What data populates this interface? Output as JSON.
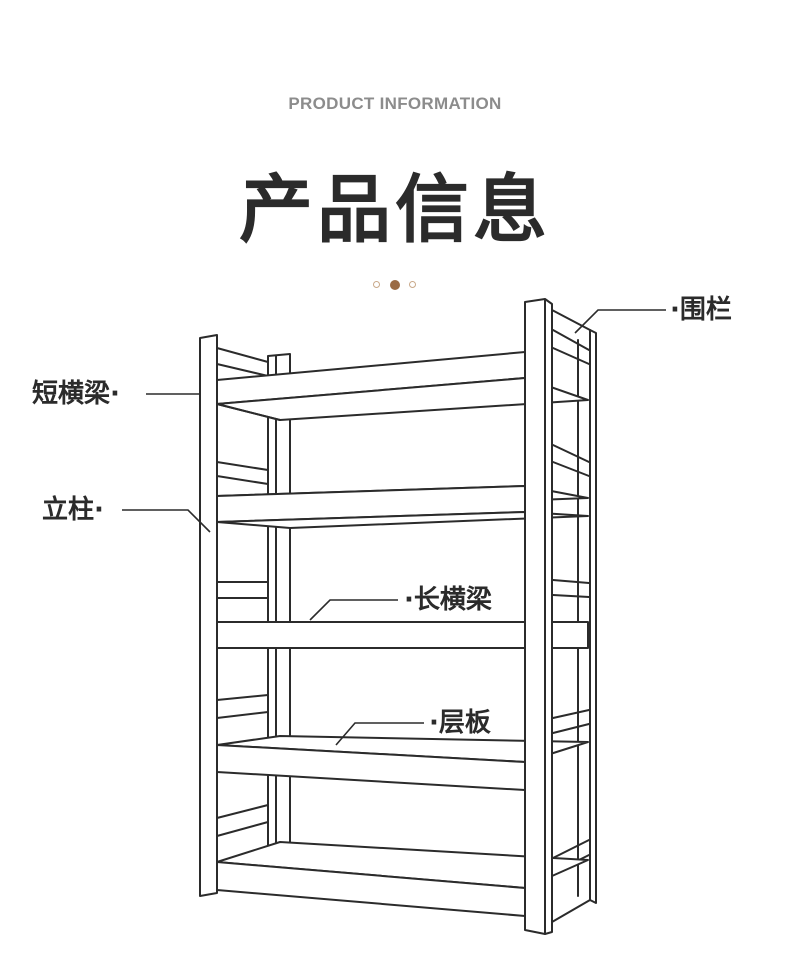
{
  "header": {
    "subtitle": "PRODUCT INFORMATION",
    "title": "产品信息"
  },
  "pager": {
    "dots": [
      {
        "state": "inactive",
        "color": "#c9a98a"
      },
      {
        "state": "active",
        "color": "#9a6a44"
      },
      {
        "state": "inactive",
        "color": "#c9a98a"
      }
    ]
  },
  "labels": {
    "short_beam": "短横梁·",
    "upright": "立柱·",
    "long_beam": "·长横梁",
    "shelf_board": "·层板",
    "guardrail": "·围栏"
  },
  "colors": {
    "stroke": "#2b2b2b",
    "subtitle": "#8c8c8c"
  }
}
